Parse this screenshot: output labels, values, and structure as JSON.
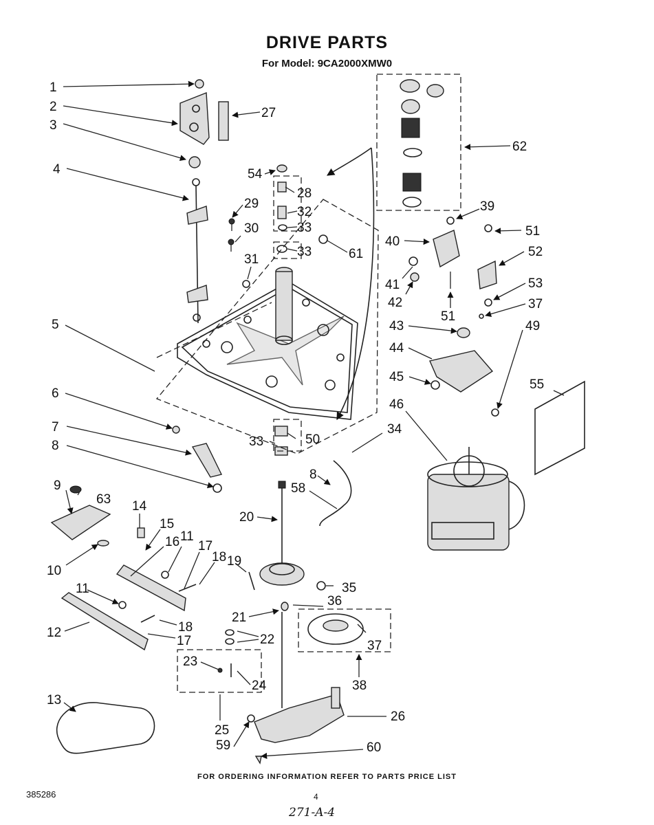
{
  "header": {
    "title": "DRIVE PARTS",
    "subtitle": "For Model: 9CA2000XMW0"
  },
  "footer": {
    "note": "FOR ORDERING INFORMATION REFER TO PARTS PRICE LIST",
    "doc_number": "385286",
    "page_number": "4",
    "handwritten": "271-A-4"
  },
  "callouts": {
    "c1": "1",
    "c2": "2",
    "c3": "3",
    "c4": "4",
    "c5": "5",
    "c6": "6",
    "c7": "7",
    "c8a": "8",
    "c8b": "8",
    "c9": "9",
    "c10": "10",
    "c11a": "11",
    "c11b": "11",
    "c12": "12",
    "c13": "13",
    "c14": "14",
    "c15": "15",
    "c16": "16",
    "c17a": "17",
    "c17b": "17",
    "c18a": "18",
    "c18b": "18",
    "c19": "19",
    "c20": "20",
    "c21": "21",
    "c22": "22",
    "c23": "23",
    "c24": "24",
    "c25": "25",
    "c26": "26",
    "c27": "27",
    "c28": "28",
    "c29": "29",
    "c30": "30",
    "c31": "31",
    "c32": "32",
    "c33a": "33",
    "c33b": "33",
    "c33c": "33",
    "c34": "34",
    "c35": "35",
    "c36": "36",
    "c37a": "37",
    "c37b": "37",
    "c38": "38",
    "c39": "39",
    "c40": "40",
    "c41": "41",
    "c42": "42",
    "c43": "43",
    "c44": "44",
    "c45": "45",
    "c46": "46",
    "c49": "49",
    "c50": "50",
    "c51a": "51",
    "c51b": "51",
    "c52": "52",
    "c53": "53",
    "c54": "54",
    "c55": "55",
    "c58": "58",
    "c59": "59",
    "c60": "60",
    "c61": "61",
    "c62": "62",
    "c63": "63"
  }
}
